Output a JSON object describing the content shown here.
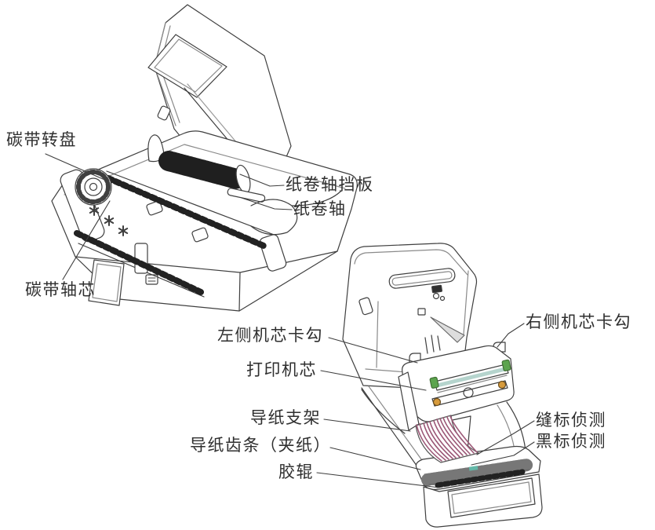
{
  "page": {
    "background": "#ffffff",
    "line_color": "#3f3f3f",
    "label_color": "#2f2f2f"
  },
  "palette": {
    "printhead_strip": "#b5d4cd",
    "clip_green": "#5ca44e",
    "roller_orange": "#d79b3c",
    "cable_stripe": "#9c5877",
    "sensor_teal": "#63b8a8",
    "secondary_line": "#8a8a8a"
  },
  "diagram1": {
    "subject": "printer-open-lid-ribbon-view",
    "callouts": [
      {
        "id": "ribbon-dial",
        "text": "碳带转盘"
      },
      {
        "id": "ribbon-core",
        "text": "碳带轴芯"
      },
      {
        "id": "roll-guard",
        "text": "纸卷轴挡板"
      },
      {
        "id": "roll-shaft",
        "text": "纸卷轴"
      }
    ]
  },
  "diagram2": {
    "subject": "printer-open-lid-mechanism-view",
    "callouts": [
      {
        "id": "left-hook",
        "text": "左侧机芯卡勾"
      },
      {
        "id": "print-mechanism",
        "text": "打印机芯"
      },
      {
        "id": "paper-guide-bracket",
        "text": "导纸支架"
      },
      {
        "id": "paper-guide-rack",
        "text": "导纸齿条（夹纸）"
      },
      {
        "id": "platen-roller",
        "text": "胶辊"
      },
      {
        "id": "right-hook",
        "text": "右侧机芯卡勾"
      },
      {
        "id": "gap-sensor",
        "text": "缝标侦测"
      },
      {
        "id": "black-mark-sensor",
        "text": "黑标侦测"
      }
    ]
  }
}
